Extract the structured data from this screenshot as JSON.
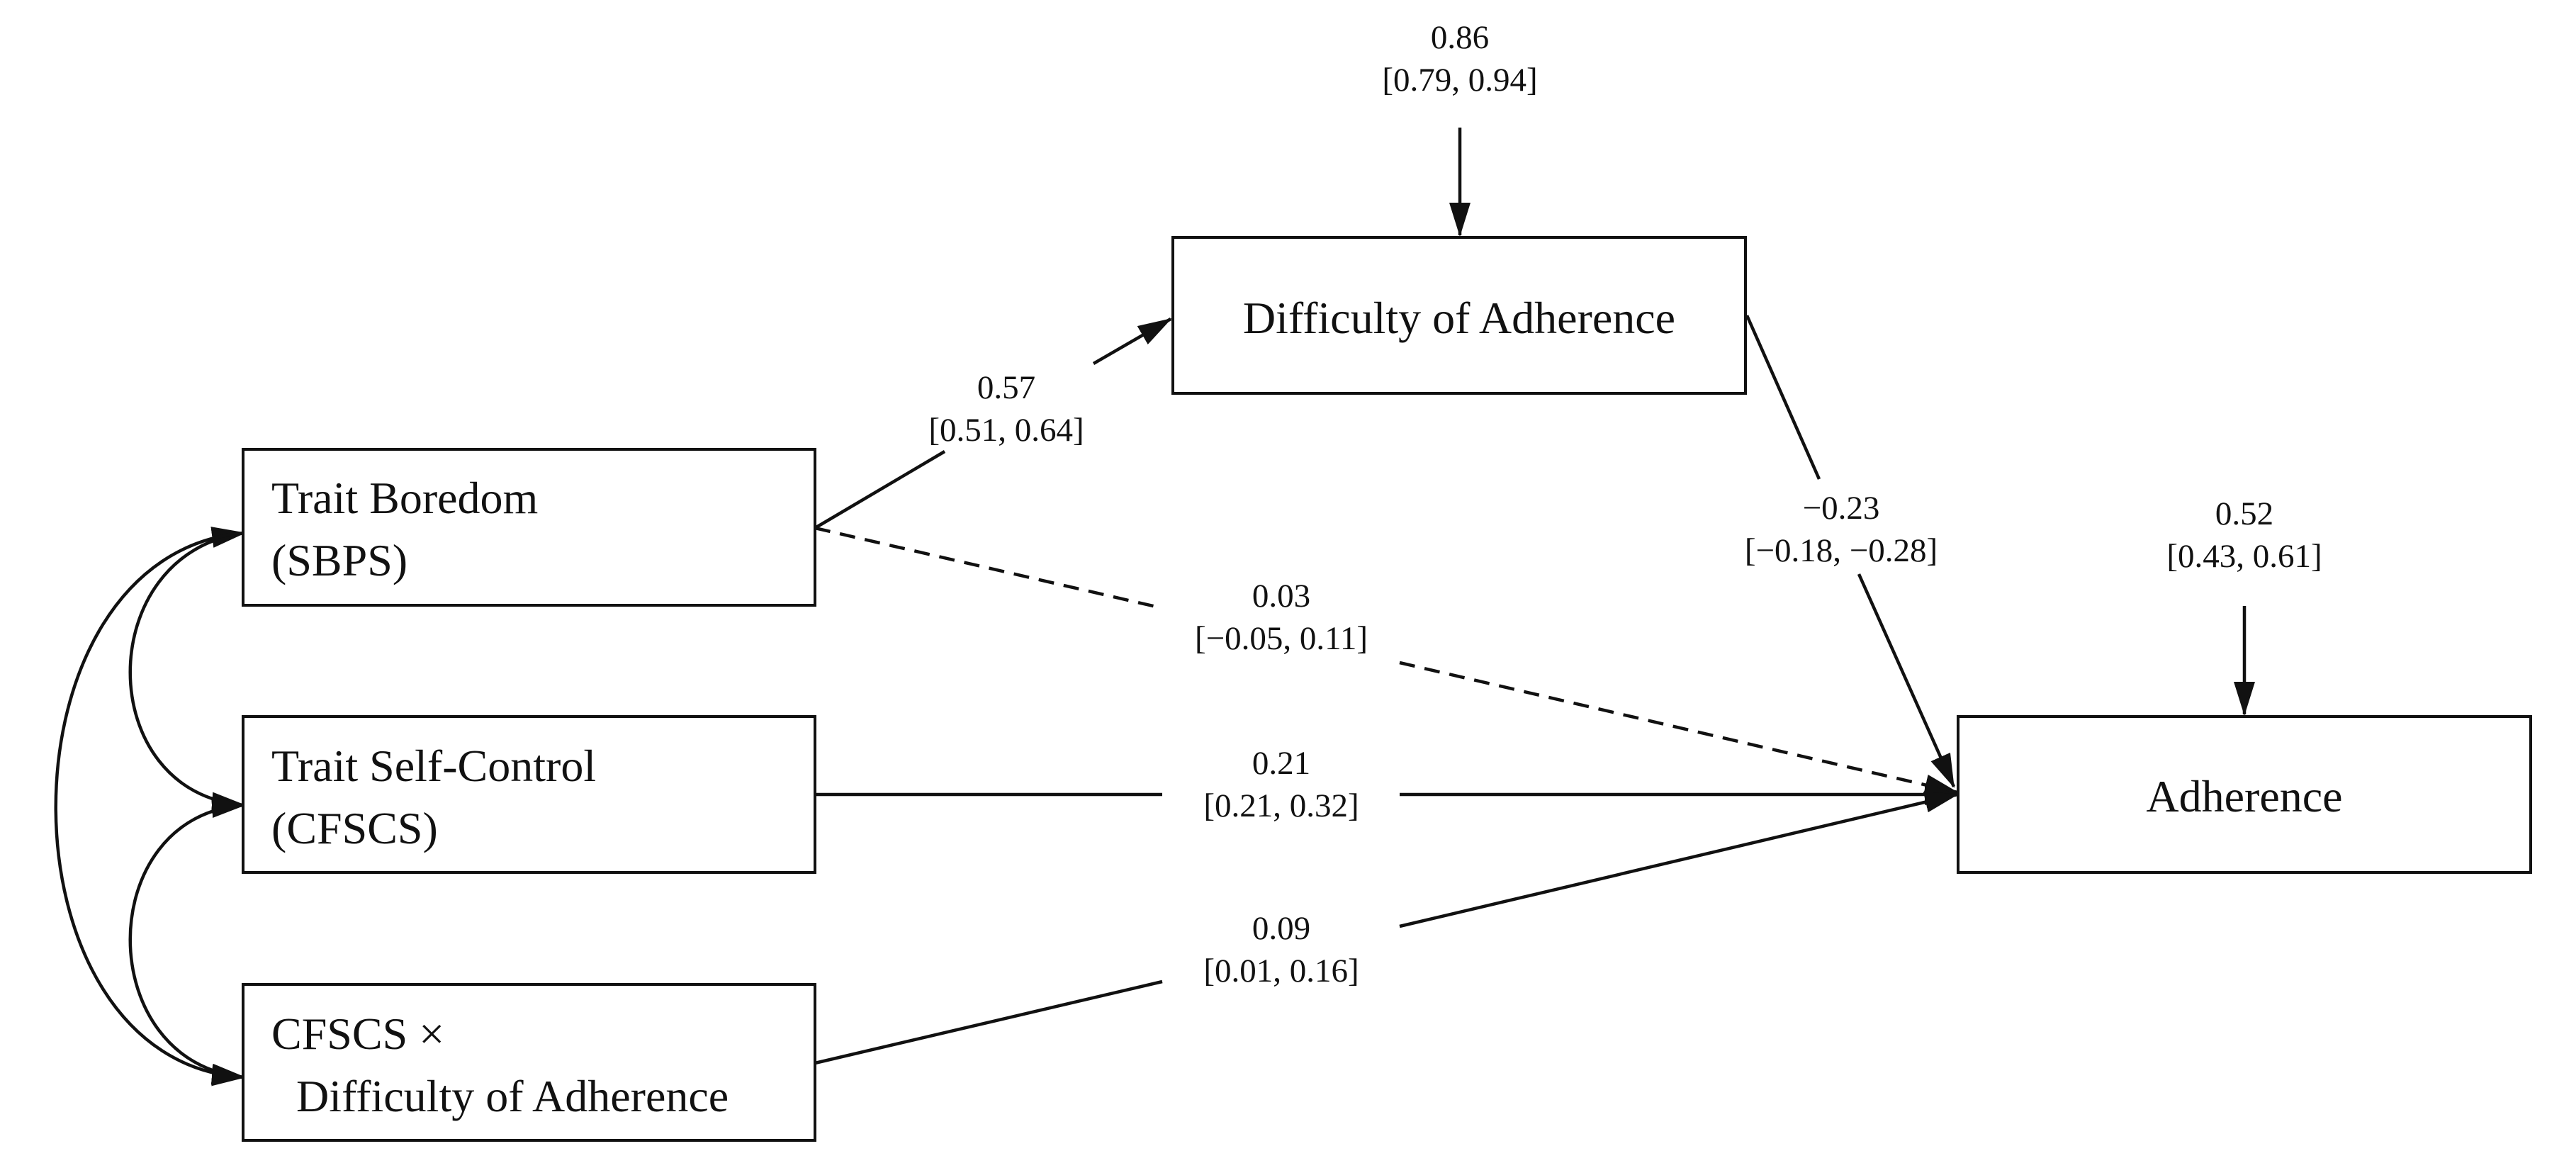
{
  "nodes": {
    "difficulty": {
      "label": "Difficulty of Adherence"
    },
    "boredom": {
      "line1": "Trait Boredom",
      "line2": "(SBPS)"
    },
    "selfcontrol": {
      "line1": "Trait Self-Control",
      "line2": "(CFSCS)"
    },
    "interaction": {
      "line1": "CFSCS ×",
      "line2": "Difficulty of Adherence"
    },
    "adherence": {
      "label": "Adherence"
    }
  },
  "paths": {
    "boredom_to_difficulty": {
      "estimate": "0.57",
      "ci": "[0.51, 0.64]",
      "style": "solid"
    },
    "boredom_to_adherence": {
      "estimate": "0.03",
      "ci": "[−0.05, 0.11]",
      "style": "dashed"
    },
    "selfcontrol_to_adherence": {
      "estimate": "0.21",
      "ci": "[0.21, 0.32]",
      "style": "solid"
    },
    "interaction_to_adherence": {
      "estimate": "0.09",
      "ci": "[0.01, 0.16]",
      "style": "solid"
    },
    "difficulty_to_adherence": {
      "estimate": "−0.23",
      "ci": "[−0.18, −0.28]",
      "style": "solid"
    }
  },
  "residuals": {
    "difficulty": {
      "estimate": "0.86",
      "ci": "[0.79, 0.94]"
    },
    "adherence": {
      "estimate": "0.52",
      "ci": "[0.43, 0.61]"
    }
  },
  "correlations": [
    {
      "from": "boredom",
      "to": "selfcontrol"
    },
    {
      "from": "selfcontrol",
      "to": "interaction"
    },
    {
      "from": "boredom",
      "to": "interaction"
    }
  ],
  "colors": {
    "ink": "#111111",
    "background": "#ffffff"
  }
}
